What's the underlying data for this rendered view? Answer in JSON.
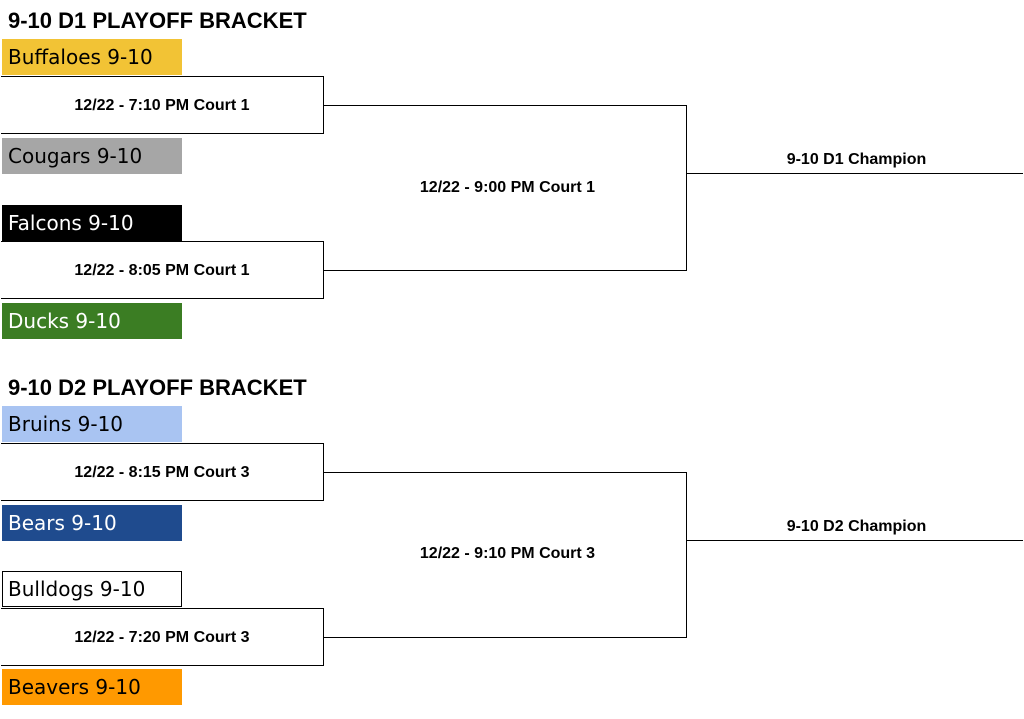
{
  "brackets": [
    {
      "title": "9-10 D1 PLAYOFF BRACKET",
      "matches": [
        {
          "top_team": {
            "name": "Buffaloes 9-10",
            "bg": "#f2c335",
            "fg": "#000000"
          },
          "bottom_team": {
            "name": "Cougars 9-10",
            "bg": "#a6a6a6",
            "fg": "#000000"
          },
          "label": "12/22 - 7:10 PM Court 1"
        },
        {
          "top_team": {
            "name": "Falcons 9-10",
            "bg": "#000000",
            "fg": "#ffffff"
          },
          "bottom_team": {
            "name": "Ducks 9-10",
            "bg": "#3b7d23",
            "fg": "#ffffff"
          },
          "label": "12/22 - 8:05 PM Court 1"
        }
      ],
      "final_label": "12/22 - 9:00 PM Court 1",
      "champion_label": "9-10 D1 Champion"
    },
    {
      "title": "9-10 D2 PLAYOFF BRACKET",
      "matches": [
        {
          "top_team": {
            "name": "Bruins 9-10",
            "bg": "#a9c4f2",
            "fg": "#000000"
          },
          "bottom_team": {
            "name": "Bears 9-10",
            "bg": "#1f4b8e",
            "fg": "#ffffff"
          },
          "label": "12/22 - 8:15 PM Court 3"
        },
        {
          "top_team": {
            "name": "Bulldogs 9-10",
            "bg": "#ffffff",
            "fg": "#000000",
            "outlined": true
          },
          "bottom_team": {
            "name": "Beavers 9-10",
            "bg": "#ff9900",
            "fg": "#000000"
          },
          "label": "12/22 - 7:20 PM Court 3"
        }
      ],
      "final_label": "12/22 - 9:10 PM Court 3",
      "champion_label": "9-10 D2 Champion"
    }
  ]
}
